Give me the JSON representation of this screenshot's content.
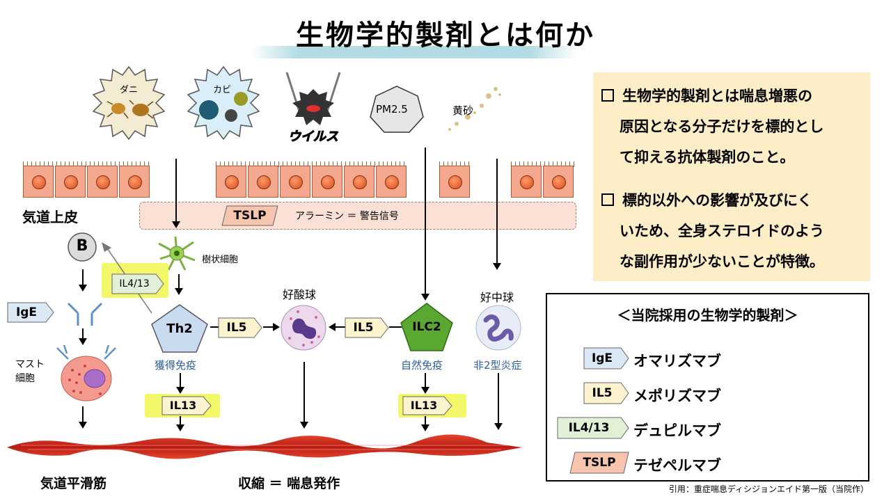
{
  "title": "生物学的製剤とは何か",
  "allergens": {
    "mite": "ダニ",
    "mold": "カビ",
    "virus": "ウイルス",
    "pm": "PM2.5",
    "sand": "黄砂"
  },
  "epithelium": {
    "label": "気道上皮",
    "tslp": "TSLP",
    "alarmin": "アラーミン ＝ 警告信号"
  },
  "cells": {
    "b": "B",
    "dendritic": "樹状細胞",
    "th2": "Th2",
    "th2_sub": "獲得免疫",
    "eosinophil": "好酸球",
    "ilc2": "ILC2",
    "ilc2_sub": "自然免疫",
    "neutrophil": "好中球",
    "neutrophil_sub": "非2型炎症",
    "mast": "マスト\n細胞"
  },
  "tags": {
    "ige": "IgE",
    "il413": "IL4/13",
    "il5_left": "IL5",
    "il5_right": "IL5",
    "il13_left": "IL13",
    "il13_right": "IL13"
  },
  "bottom": {
    "muscle": "気道平滑筋",
    "result": "収縮 ＝ 喘息発作"
  },
  "info": {
    "line1": "生物学的製剤とは喘息増悪の",
    "line2": "原因となる分子だけを標的とし",
    "line3": "て抑える抗体製剤のこと。",
    "line4": "標的以外への影響が及びにく",
    "line5": "いため、全身ステロイドのよう",
    "line6": "な副作用が少ないことが特徴。"
  },
  "drugs": {
    "title": "＜当院採用の生物学的製剤＞",
    "items": [
      {
        "tag": "IgE",
        "name": "オマリズマブ"
      },
      {
        "tag": "IL5",
        "name": "メポリズマブ"
      },
      {
        "tag": "IL4/13",
        "name": "デュピルマブ"
      },
      {
        "tag": "TSLP",
        "name": "テゼペルマブ"
      }
    ]
  },
  "footnote": "引用：重症喘息ディシジョンエイド第一版（当院作）",
  "colors": {
    "ige_tag": "#dbe8f5",
    "il5_tag": "#fdf3cf",
    "il413_tag": "#e3f0d8",
    "tslp_tag": "#f7c4ae",
    "highlight": "#f3f76a",
    "th2": "#c9dcef",
    "ilc2": "#5aa832",
    "info_bg": "#fdeec8"
  }
}
